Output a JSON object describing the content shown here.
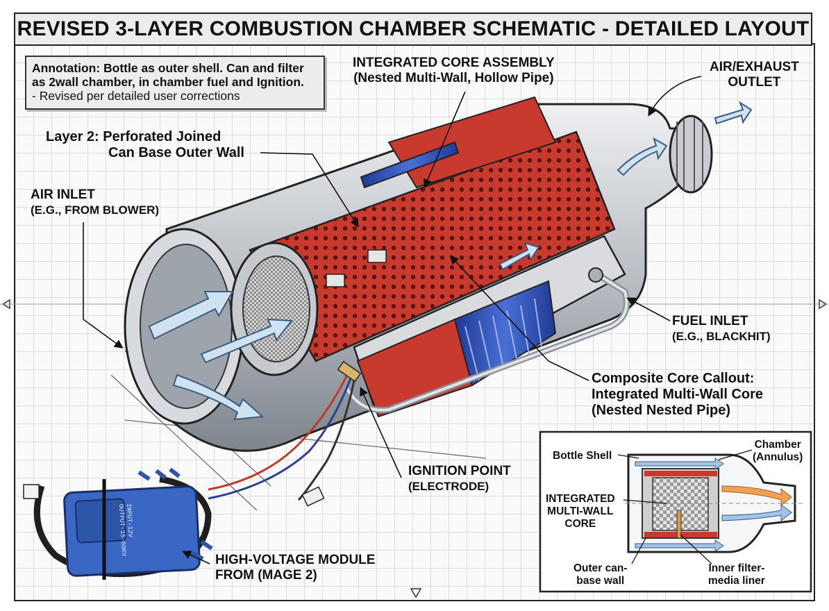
{
  "title": "REVISED 3-LAYER COMBUSTION CHAMBER SCHEMATIC - DETAILED LAYOUT",
  "annotation": {
    "line1": "Annotation: Bottle as outer shell. Can and filter",
    "line2": "as 2wall chamber, in chamber fuel and Ignition.",
    "line3": "- Revised per detailed user corrections"
  },
  "labels": {
    "core_assembly": {
      "line1": "INTEGRATED CORE ASSEMBLY",
      "line2": "(Nested Multi-Wall, Hollow Pipe)"
    },
    "outlet": {
      "line1": "AIR/EXHAUST",
      "line2": "OUTLET"
    },
    "layer2": {
      "line1": "Layer 2: Perforated Joined",
      "line2": "Can Base Outer Wall"
    },
    "air_inlet": {
      "line1": "AIR INLET",
      "line2": "(E.G., FROM BLOWER)"
    },
    "fuel_inlet": {
      "line1": "FUEL INLET",
      "line2": "(E.G., BLACKHIT)"
    },
    "composite": {
      "line1": "Composite Core Callout:",
      "line2": "Integrated Multi-Wall Core",
      "line3": "(Nested Nested Pipe)"
    },
    "ignition": {
      "line1": "IGNITION POINT",
      "line2": "(ELECTRODE)"
    },
    "hv_module": {
      "line1": "HIGH-VOLTAGE MODULE",
      "line2": "FROM (MAGE 2)"
    },
    "module_text": {
      "line1": "INPUT-12V",
      "line2": "OUTPUT-15-60KV"
    }
  },
  "inset": {
    "bottle_shell": "Bottle Shell",
    "chamber": {
      "line1": "Chamber",
      "line2": "(Annulus)"
    },
    "core": {
      "line1": "INTEGRATED",
      "line2": "MULTI-WALL",
      "line3": "CORE"
    },
    "outer_wall": {
      "line1": "Outer can-",
      "line2": "base wall"
    },
    "inner_liner": {
      "line1": "Inner filter-",
      "line2": "media liner"
    }
  },
  "colors": {
    "perforated_red": "#c8392e",
    "blue_band": "#2d4fb8",
    "steel": "#b9bec4",
    "airflow": "#cfe2f3",
    "module_blue": "#3a66c4",
    "inset_orange": "#f0a050"
  }
}
